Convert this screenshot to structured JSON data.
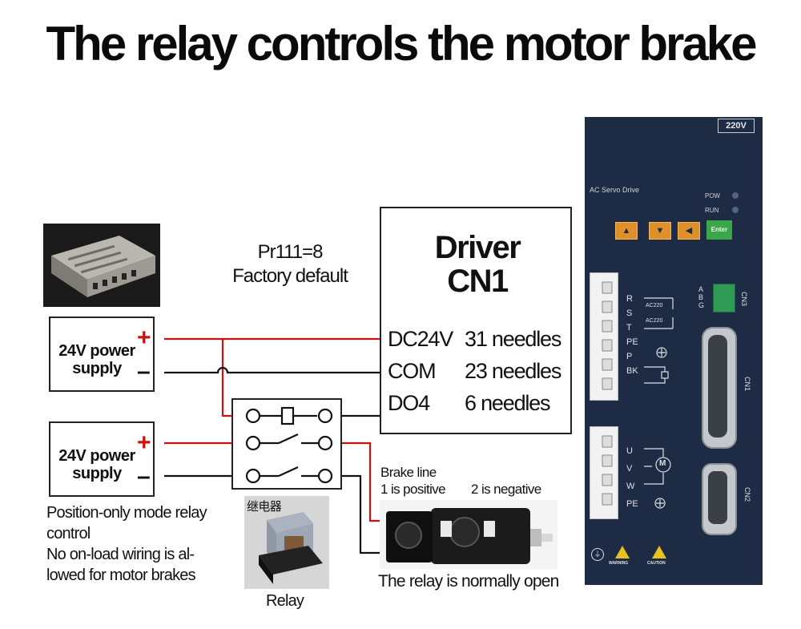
{
  "title": "The relay controls the motor brake",
  "param": {
    "line1": "Pr111=8",
    "line2": "Factory default"
  },
  "power_supply_1": {
    "line1": "24V power",
    "line2": "supply",
    "plus": "+",
    "minus": "–"
  },
  "power_supply_2": {
    "line1": "24V power",
    "line2": "supply",
    "plus": "+",
    "minus": "–"
  },
  "driver": {
    "title_line1": "Driver",
    "title_line2": "CN1",
    "pins": [
      {
        "signal": "DC24V",
        "pin": "31 needles"
      },
      {
        "signal": "COM",
        "pin": "23 needles"
      },
      {
        "signal": "DO4",
        "pin": "6 needles"
      }
    ]
  },
  "brake": {
    "label": "Brake line",
    "positive": "1 is positive",
    "negative": "2 is negative"
  },
  "relay_note": "The relay is normally open",
  "relay_photo": {
    "label": "继电器",
    "caption": "Relay"
  },
  "position_note": {
    "lines": [
      "Position-only mode relay",
      "control",
      "No on-load wiring is al-",
      "lowed for motor brakes"
    ]
  },
  "servo_drive": {
    "voltage": "220V",
    "brand": "AC Servo Drive",
    "pow": "POW",
    "run": "RUN",
    "enter": "Enter",
    "power_terminals": [
      "R",
      "S",
      "T",
      "PE",
      "P",
      "BK"
    ],
    "ac_labels": [
      "AC220",
      "AC220"
    ],
    "motor_terminals": [
      "U",
      "V",
      "W",
      "PE"
    ],
    "motor_symbol": "M",
    "encoder_terminals": [
      "A",
      "B",
      "G"
    ],
    "cn_labels": [
      "CN3",
      "CN1",
      "CN2"
    ],
    "warnings": [
      "WARNING",
      "CAUTION"
    ]
  },
  "colors": {
    "red_wire": "#cc1111",
    "black_wire": "#111111",
    "panel": "#1e2b44"
  }
}
